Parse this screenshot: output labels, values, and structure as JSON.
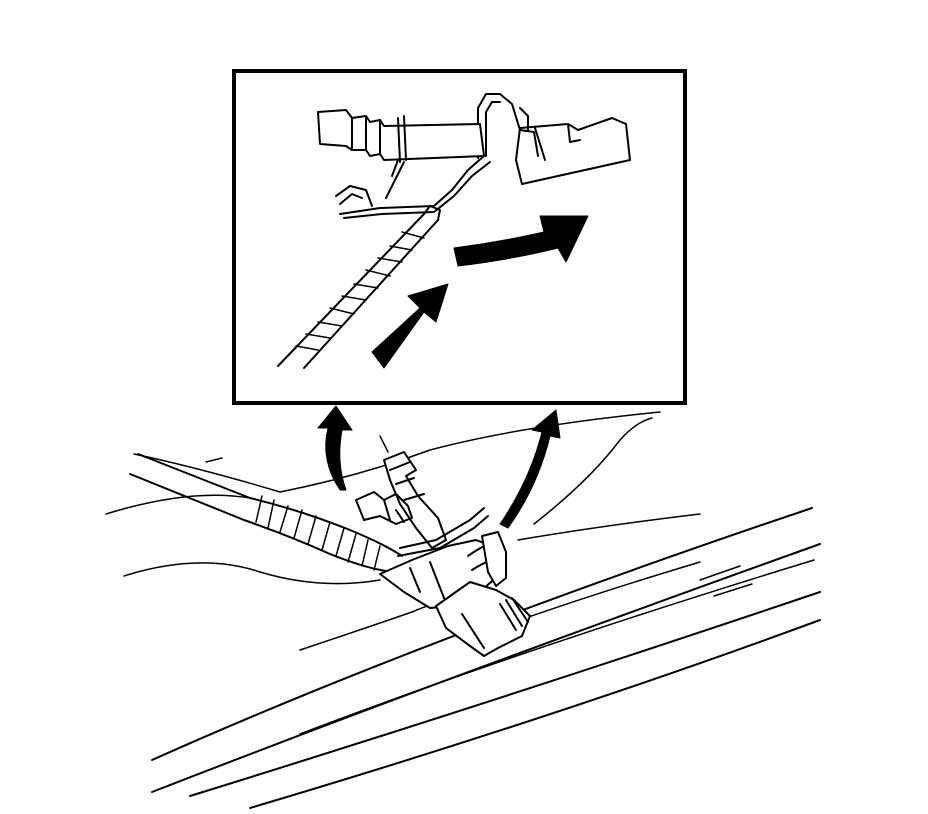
{
  "figure": {
    "type": "line-art-technical-illustration",
    "colors": {
      "ink": "#000000",
      "paper": "#ffffff"
    },
    "icons": {
      "detail_inset": "detail-view-frame",
      "callout_arrows": "curved-up-arrow",
      "motion_arrows": "solid-direction-arrow"
    }
  }
}
